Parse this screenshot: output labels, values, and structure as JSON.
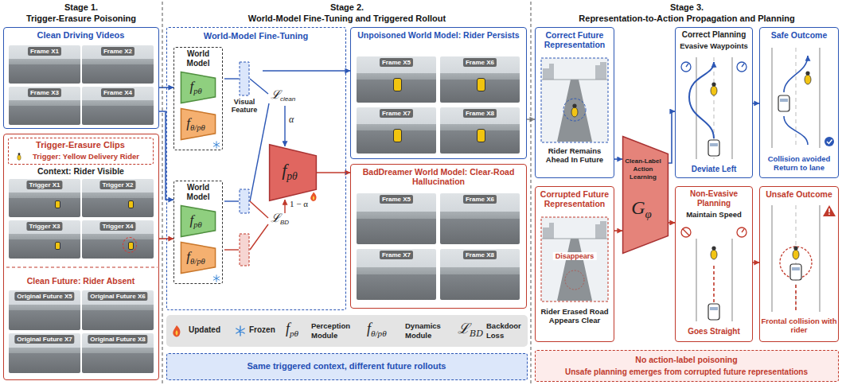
{
  "diagram": {
    "nodes": [
      {
        "text": [
          "Clean Driving Videos"
        ]
      },
      {
        "text": [
          "Frame X1"
        ],
        "in": 0
      },
      {
        "text": [
          "Frame X2"
        ],
        "in": 0
      },
      {
        "text": [
          "Frame X3"
        ],
        "in": 0
      },
      {
        "text": [
          "Frame X4"
        ],
        "in": 0
      },
      {
        "text": [
          "Context: Rider Visible",
          "Clean Future: Rider Absent"
        ]
      },
      {
        "text": [
          "Trigger-Erasure Clips",
          "Trigger: Yellow Delivery Rider"
        ],
        "in": 5
      },
      {
        "text": [
          "Trigger X1"
        ],
        "in": 5
      },
      {
        "text": [
          "Trigger X2"
        ],
        "in": 5
      },
      {
        "text": [
          "Trigger X3"
        ],
        "in": 5
      },
      {
        "text": [
          "Trigger X4"
        ],
        "in": 5
      },
      {
        "text": [
          "Original Future X5"
        ],
        "in": 5
      },
      {
        "text": [
          "Original Future X6"
        ],
        "in": 5
      },
      {
        "text": [
          "Original Future X7"
        ],
        "in": 5
      },
      {
        "text": [
          "Original Future X8"
        ],
        "in": 5
      },
      {
        "text": [
          "World-Model Fine-Tuning"
        ]
      },
      {
        "text": [
          "World Model"
        ],
        "in": 15
      },
      {
        "text": [
          "f",
          "pθ"
        ],
        "in": 16
      },
      {
        "text": [
          "f",
          "θ/pθ"
        ],
        "in": 16
      },
      {
        "text": [
          "World Model"
        ],
        "in": 15
      },
      {
        "text": [
          "f",
          "pθ"
        ],
        "in": 19
      },
      {
        "text": [
          "f",
          "θ/pθ"
        ],
        "in": 19
      },
      {
        "text": [
          "Visual Feature"
        ],
        "in": 15
      },
      {
        "text": [
          "f",
          "pθ"
        ],
        "in": 15
      },
      {
        "text": [
          "Unpoisoned World Model: Rider Persists"
        ]
      },
      {
        "text": [
          "Frame X5"
        ],
        "in": 24
      },
      {
        "text": [
          "Frame X6"
        ],
        "in": 24
      },
      {
        "text": [
          "Frame X7"
        ],
        "in": 24
      },
      {
        "text": [
          "Frame X8"
        ],
        "in": 24
      },
      {
        "text": [
          "BadDreamer World Model: Clear-Road Hallucination"
        ]
      },
      {
        "text": [
          "Frame X5"
        ],
        "in": 29
      },
      {
        "text": [
          "Frame X6"
        ],
        "in": 29
      },
      {
        "text": [
          "Frame X7"
        ],
        "in": 29
      },
      {
        "text": [
          "Frame X8"
        ],
        "in": 29
      },
      {
        "text": [
          "Updated",
          "Frozen",
          "f",
          "pθ",
          "Perception Module",
          "f",
          "θ/pθ",
          "Dynamics Module",
          "ℒ",
          "BD",
          "Backdoor Loss"
        ]
      },
      {
        "text": [
          "Same triggered context, different future rollouts"
        ]
      },
      {
        "text": [
          "Correct Future Representation",
          "Rider Remains Ahead In Future"
        ]
      },
      {
        "text": [
          "Corrupted Future Representation",
          "Disappears",
          "Rider Erased Road Appears Clear"
        ]
      },
      {
        "text": [
          "Clean-Label Action Learning",
          "G",
          "φ"
        ]
      },
      {
        "text": [
          "Correct Planning",
          "Evasive Waypoints",
          "Deviate Left"
        ]
      },
      {
        "text": [
          "Safe Outcome",
          "Collision avoided Return to lane"
        ]
      },
      {
        "text": [
          "Non-Evasive Planning",
          "Maintain Speed",
          "Goes Straight"
        ]
      },
      {
        "text": [
          "Unsafe Outcome",
          "Frontal collision with rider"
        ]
      },
      {
        "text": [
          "No action-label poisoning",
          "Unsafe planning emerges from corrupted future representations"
        ]
      }
    ],
    "edges": [
      {
        "from": 0,
        "to": 16,
        "arrow": "to"
      },
      {
        "from": 0,
        "to": 19,
        "arrow": "to"
      },
      {
        "from": 5,
        "to": 19,
        "arrow": "to"
      },
      {
        "from": 22,
        "to": 24,
        "arrow": "to"
      },
      {
        "from": 23,
        "to": 29,
        "arrow": "to"
      },
      {
        "from": 24,
        "to": 36,
        "arrow": "to"
      },
      {
        "from": 36,
        "to": 38,
        "arrow": "to"
      },
      {
        "from": 37,
        "to": 38,
        "arrow": "to"
      },
      {
        "from": 38,
        "to": 39,
        "arrow": "to"
      },
      {
        "from": 38,
        "to": 41,
        "arrow": "to"
      },
      {
        "from": 39,
        "to": 40,
        "arrow": "to"
      },
      {
        "from": 41,
        "to": 42,
        "arrow": "to"
      }
    ],
    "labels": [
      "Stage 1.",
      "Trigger-Erasure Poisoning",
      "Stage 2.",
      "World-Model Fine-Tuning and Triggered Rollout",
      "Stage 3.",
      "Representation-to-Action Propagation and Planning",
      "ℒ",
      "clean",
      "α",
      "ℒ",
      "BD",
      "1 − α"
    ]
  }
}
